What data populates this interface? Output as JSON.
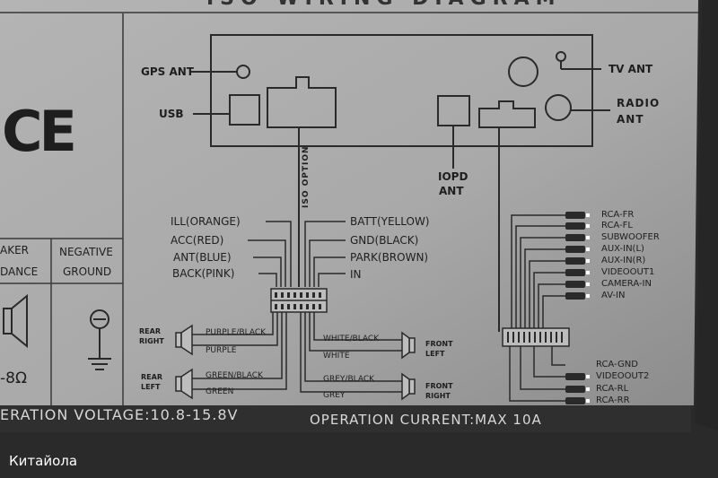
{
  "header": {
    "title": "ISO WIRING DIAGRAM"
  },
  "left_panel": {
    "ce_mark": "CE",
    "speaker_header": "AKER",
    "impedance_header": "DANCE",
    "negative_header": "NEGATIVE",
    "ground_header": "GROUND",
    "impedance_value": "-8Ω"
  },
  "head_unit": {
    "gps_label": "GPS ANT",
    "usb_label": "USB",
    "tv_label": "TV ANT",
    "radio_label_line1": "RADIO",
    "radio_label_line2": "ANT",
    "iopd_label_line1": "IOPD",
    "iopd_label_line2": "ANT",
    "iso_option": "ISO OPTION"
  },
  "iso_wires_left": [
    "ILL(ORANGE)",
    "ACC(RED)",
    "ANT(BLUE)",
    "BACK(PINK)"
  ],
  "iso_wires_right": [
    "BATT(YELLOW)",
    "GND(BLACK)",
    "PARK(BROWN)",
    "IN"
  ],
  "speakers": {
    "rear_right": {
      "label_line1": "REAR",
      "label_line2": "RIGHT",
      "wire_neg": "PURPLE/BLACK",
      "wire_pos": "PURPLE"
    },
    "rear_left": {
      "label_line1": "REAR",
      "label_line2": "LEFT",
      "wire_neg": "GREEN/BLACK",
      "wire_pos": "GREEN"
    },
    "front_left": {
      "label_line1": "FRONT",
      "label_line2": "LEFT",
      "wire_neg": "WHITE/BLACK",
      "wire_pos": "WHITE"
    },
    "front_right": {
      "label_line1": "FRONT",
      "label_line2": "RIGHT",
      "wire_neg": "GREY/BLACK",
      "wire_pos": "GREY"
    }
  },
  "rca_outputs_top": [
    "RCA-FR",
    "RCA-FL",
    "SUBWOOFER",
    "AUX-IN(L)",
    "AUX-IN(R)",
    "VIDEOOUT1",
    "CAMERA-IN",
    "AV-IN"
  ],
  "rca_outputs_bottom": [
    "RCA-GND",
    "VIDEOOUT2",
    "RCA-RL",
    "RCA-RR"
  ],
  "footer": {
    "operation_voltage": "ERATION VOLTAGE:10.8-15.8V",
    "operation_current": "OPERATION CURRENT:MAX 10A"
  },
  "watermark": "Китайола",
  "colors": {
    "panel": "#a9a9a9",
    "ink": "#1e1e1e",
    "background": "#262626"
  }
}
